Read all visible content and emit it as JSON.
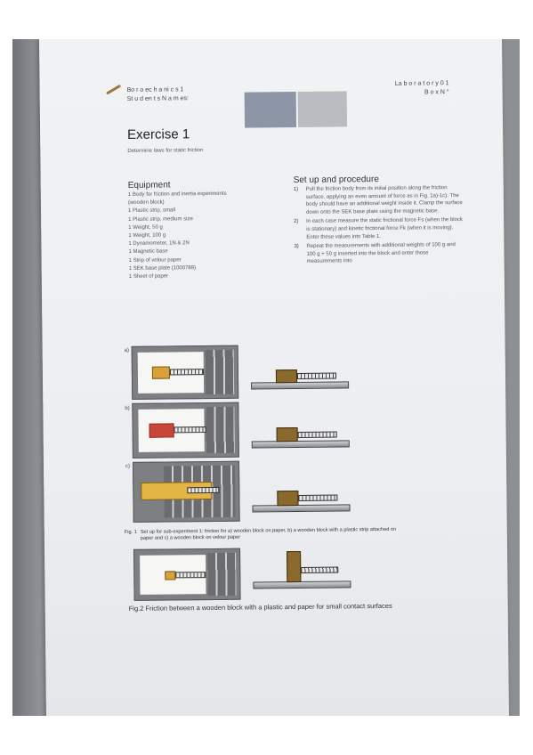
{
  "header": {
    "left_line1": "Bo r o ec h a ni c s 1",
    "left_line2": "St u d en t s N a m es:",
    "right_line1": "La b o r a t o r y 0 1",
    "right_line2": "B o x N °"
  },
  "title": "Exercise 1",
  "subtitle": "Determine laws for static friction",
  "equipment": {
    "heading": "Equipment",
    "items": [
      "1 Body for friction and inertia experiments",
      "(wooden block)",
      "1 Plastic strip, small",
      "1 Plastic strip, medium size",
      "1 Weight, 50 g",
      "1 Weight, 100 g",
      "1 Dynamometer, 1N & 2N",
      "1 Magnetic base",
      "1 Strip of velour paper",
      "1 SEK base plate (1000789)",
      "1 Sheet of paper"
    ]
  },
  "procedure": {
    "heading": "Set up and procedure",
    "steps": [
      {
        "n": "1)",
        "text": "Pull the friction body from its initial position along the friction surface, applying an even amount of force as in Fig. 1a)-1c). The body should have an additional weight inside it. Clamp the surface down onto the SEK base plate using the magnetic base."
      },
      {
        "n": "2)",
        "text": "In each case measure the static frictional force Fs (when the block is stationary) and kinetic frictional force Fk (when it is moving). Enter these values into Table 1."
      },
      {
        "n": "3)",
        "text": "Repeat the measurements with additional weights of 100 g and 100 g + 50 g inserted into the block and enter those measurements into"
      }
    ]
  },
  "figure_labels": {
    "a": "a)",
    "b": "b)",
    "c": "c)"
  },
  "fig1_caption": {
    "label": "Fig. 1",
    "text": "Set up for sub-experiment 1: friction for a) wooden block on paper, b) a wooden block with a plastic strip attached on paper and c) a wooden block on velour paper"
  },
  "fig2_caption": "Fig.2 Friction between a wooden block with a plastic and paper for small contact surfaces"
}
